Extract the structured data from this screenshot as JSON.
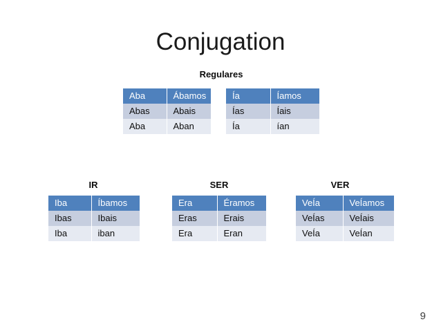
{
  "slide": {
    "title": "Conjugation",
    "page_number": "9",
    "accent_header_color": "#4F81BD",
    "band_row_color": "#C6CEDF",
    "plain_row_color": "#E6EAF2",
    "background_color": "#FFFFFF"
  },
  "sections": {
    "regulares_caption": "Regulares",
    "ir_caption": "IR",
    "ser_caption": "SER",
    "ver_caption": "VER"
  },
  "tables": {
    "regular_ar": {
      "rows": [
        [
          "Aba",
          "Ábamos"
        ],
        [
          "Abas",
          "Abais"
        ],
        [
          "Aba",
          "Aban"
        ]
      ]
    },
    "regular_erir": {
      "rows": [
        [
          "Ía",
          "Íamos"
        ],
        [
          "Ías",
          "Íais"
        ],
        [
          "Ía",
          "ían"
        ]
      ]
    },
    "ir": {
      "rows": [
        [
          "Iba",
          "Íbamos"
        ],
        [
          "Ibas",
          "Ibais"
        ],
        [
          "Iba",
          "iban"
        ]
      ]
    },
    "ser": {
      "rows": [
        [
          "Era",
          "Éramos"
        ],
        [
          "Eras",
          "Erais"
        ],
        [
          "Era",
          "Eran"
        ]
      ]
    },
    "ver": {
      "rows": [
        [
          "VeÍa",
          "VeÍamos"
        ],
        [
          "VeÍas",
          "VeÍais"
        ],
        [
          "VeÍa",
          "VeÍan"
        ]
      ]
    }
  }
}
